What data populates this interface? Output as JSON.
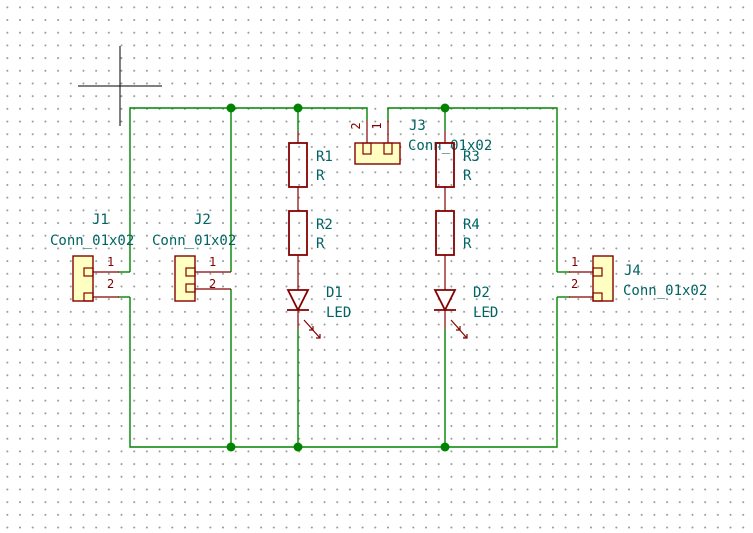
{
  "colors": {
    "wire": "#008400",
    "component": "#840000",
    "connector_fill": "#ffffc2",
    "text": "#006464",
    "background": "#ffffff",
    "grid_dot": "#9a9a9a"
  },
  "components": {
    "j1": {
      "ref": "J1",
      "value": "Conn_01x02",
      "pin1": "1",
      "pin2": "2"
    },
    "j2": {
      "ref": "J2",
      "value": "Conn_01x02",
      "pin1": "1",
      "pin2": "2"
    },
    "j3": {
      "ref": "J3",
      "value": "Conn_01x02",
      "pin1": "1",
      "pin2": "2"
    },
    "j4": {
      "ref": "J4",
      "value": "Conn_01x02",
      "pin1": "1",
      "pin2": "2"
    },
    "r1": {
      "ref": "R1",
      "value": "R"
    },
    "r2": {
      "ref": "R2",
      "value": "R"
    },
    "r3": {
      "ref": "R3",
      "value": "R"
    },
    "r4": {
      "ref": "R4",
      "value": "R"
    },
    "d1": {
      "ref": "D1",
      "value": "LED"
    },
    "d2": {
      "ref": "D2",
      "value": "LED"
    }
  }
}
